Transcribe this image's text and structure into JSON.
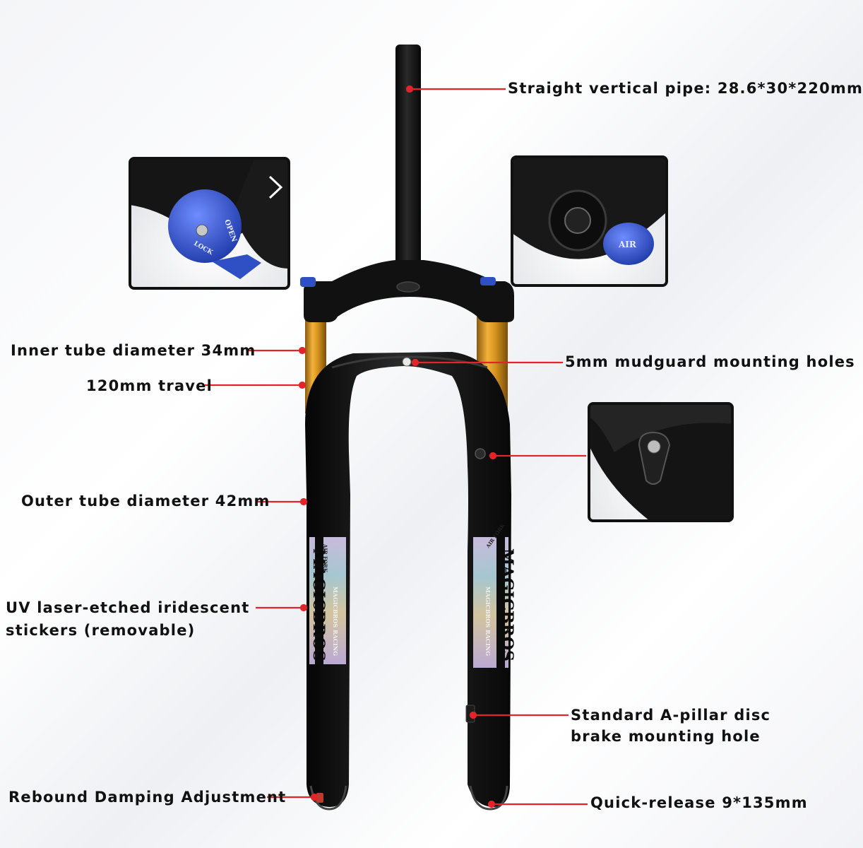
{
  "callouts": {
    "steerer": "Straight vertical pipe: 28.6*30*220mm",
    "inner_tube": "Inner tube diameter 34mm",
    "travel": "120mm travel",
    "mudguard": "5mm mudguard mounting holes",
    "outer_tube": "Outer tube diameter 42mm",
    "stickers_line1": "UV laser-etched iridescent",
    "stickers_line2": "stickers (removable)",
    "disc_line1": "Standard A-pillar disc",
    "disc_line2": "brake mounting hole",
    "rebound": "Rebound Damping Adjustment",
    "quick_release": "Quick-release 9*135mm"
  },
  "product_markings": {
    "brand": "MAGICBROS",
    "brand_racing": "MAGICBROS RACING",
    "fork_type": "AIR FORK",
    "lockout_open": "OPEN",
    "lockout_lock": "LOCK",
    "air_cap": "AIR"
  },
  "colors": {
    "callout_line": "#e3242b",
    "fork_body": "#141414",
    "stanchion": "#c98a1a",
    "lockout_knob": "#2f4fc4",
    "air_cap": "#1f5ee6"
  }
}
